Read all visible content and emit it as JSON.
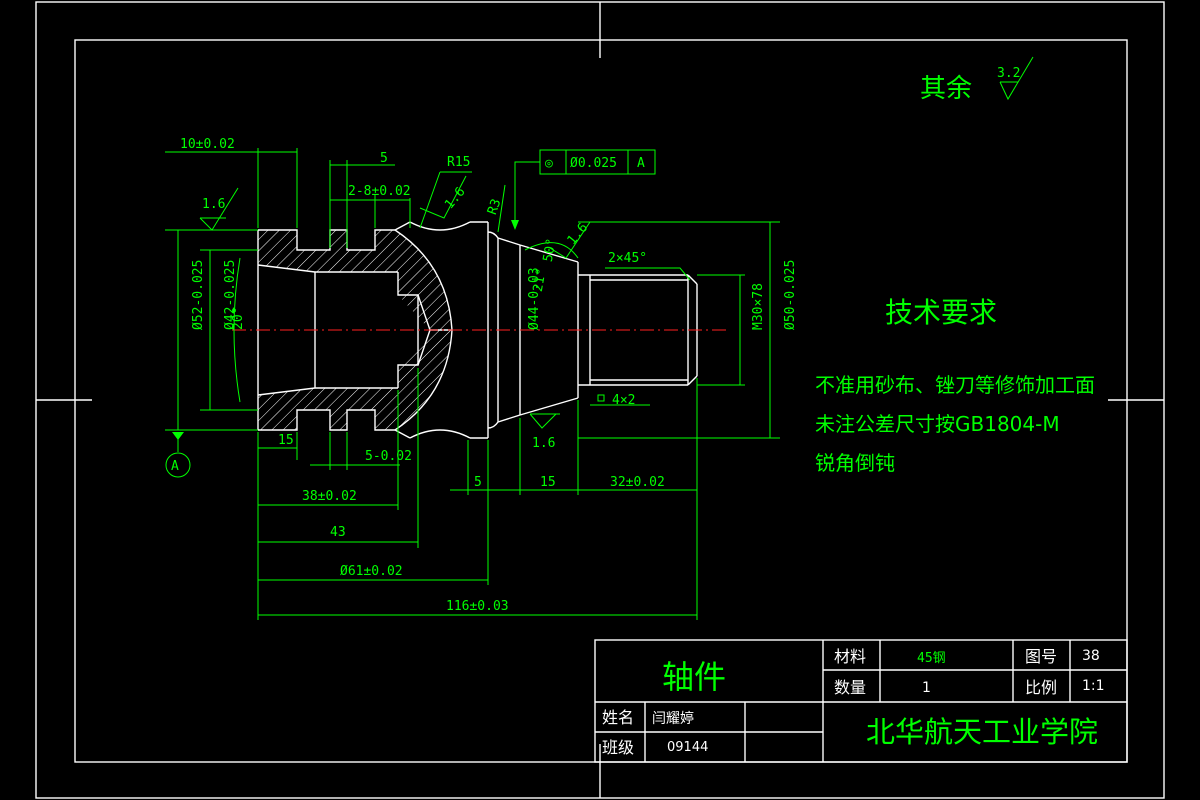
{
  "drawing": {
    "roughness_label": "其余",
    "roughness_general": "3.2",
    "geometric_tolerance": {
      "symbol": "◎",
      "value": "Ø0.025",
      "datum": "A"
    },
    "datum_label": "A",
    "dimensions": {
      "d_10": "10±0.02",
      "d_5_top": "5",
      "d_2x8": "2-8±0.02",
      "r15": "R15",
      "r3": "R3",
      "ra_16_left": "1.6",
      "ra_16_top": "1.6",
      "ra_16_cone": "1.6",
      "ra_16_bottom": "1.6",
      "chamfer": "2×45°",
      "angle_21": "21°",
      "angle_50": "50°",
      "angle_20": "20°",
      "dia_52": "Ø52-0.025",
      "dia_42": "Ø42-0.025",
      "dia_44": "Ø44-0.03",
      "m30": "M30×78",
      "dia_50": "Ø50-0.025",
      "d_15_left": "15",
      "d_5_bottom": "5-0.02",
      "d_38": "38±0.02",
      "d_43": "43",
      "d_61": "Ø61±0.02",
      "d_116": "116±0.03",
      "d_5_mid": "5",
      "d_15_mid": "15",
      "d_32": "32±0.02",
      "square": "4×2"
    }
  },
  "notes": {
    "title": "技术要求",
    "lines": [
      "不准用砂布、锉刀等修饰加工面",
      "未注公差尺寸按GB1804-M",
      "锐角倒钝"
    ]
  },
  "title_block": {
    "part_name": "轴件",
    "material_label": "材料",
    "material_value": "45钢",
    "drawing_no_label": "图号",
    "drawing_no_value": "38",
    "quantity_label": "数量",
    "quantity_value": "1",
    "scale_label": "比例",
    "scale_value": "1:1",
    "name_label": "姓名",
    "name_value": "闫耀婷",
    "class_label": "班级",
    "class_value": "09144",
    "school": "北华航天工业学院"
  }
}
